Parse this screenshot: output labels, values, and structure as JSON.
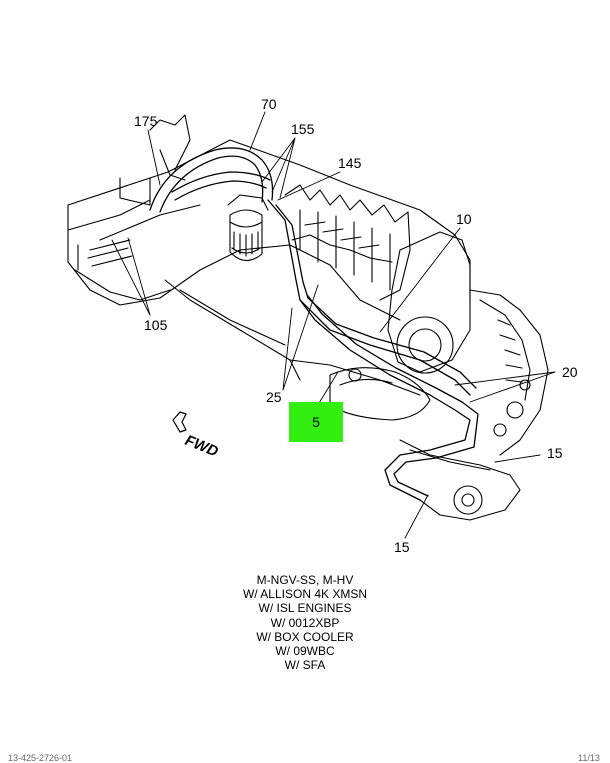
{
  "callouts": {
    "c175": "175",
    "c70": "70",
    "c155": "155",
    "c145": "145",
    "c10": "10",
    "c105": "105",
    "c20": "20",
    "c25": "25",
    "c5": "5",
    "c15a": "15",
    "c15b": "15"
  },
  "fwd_label": "FWD",
  "highlight_color": "#33ee11",
  "caption_lines": [
    "M-NGV-SS, M-HV",
    "W/ ALLISON 4K XMSN",
    "W/ ISL ENGINES",
    "W/ 0012XBP",
    "W/ BOX COOLER",
    "W/ 09WBC",
    "W/ SFA"
  ],
  "footer": {
    "left": "13-425-2726-01",
    "right": "11/13"
  }
}
